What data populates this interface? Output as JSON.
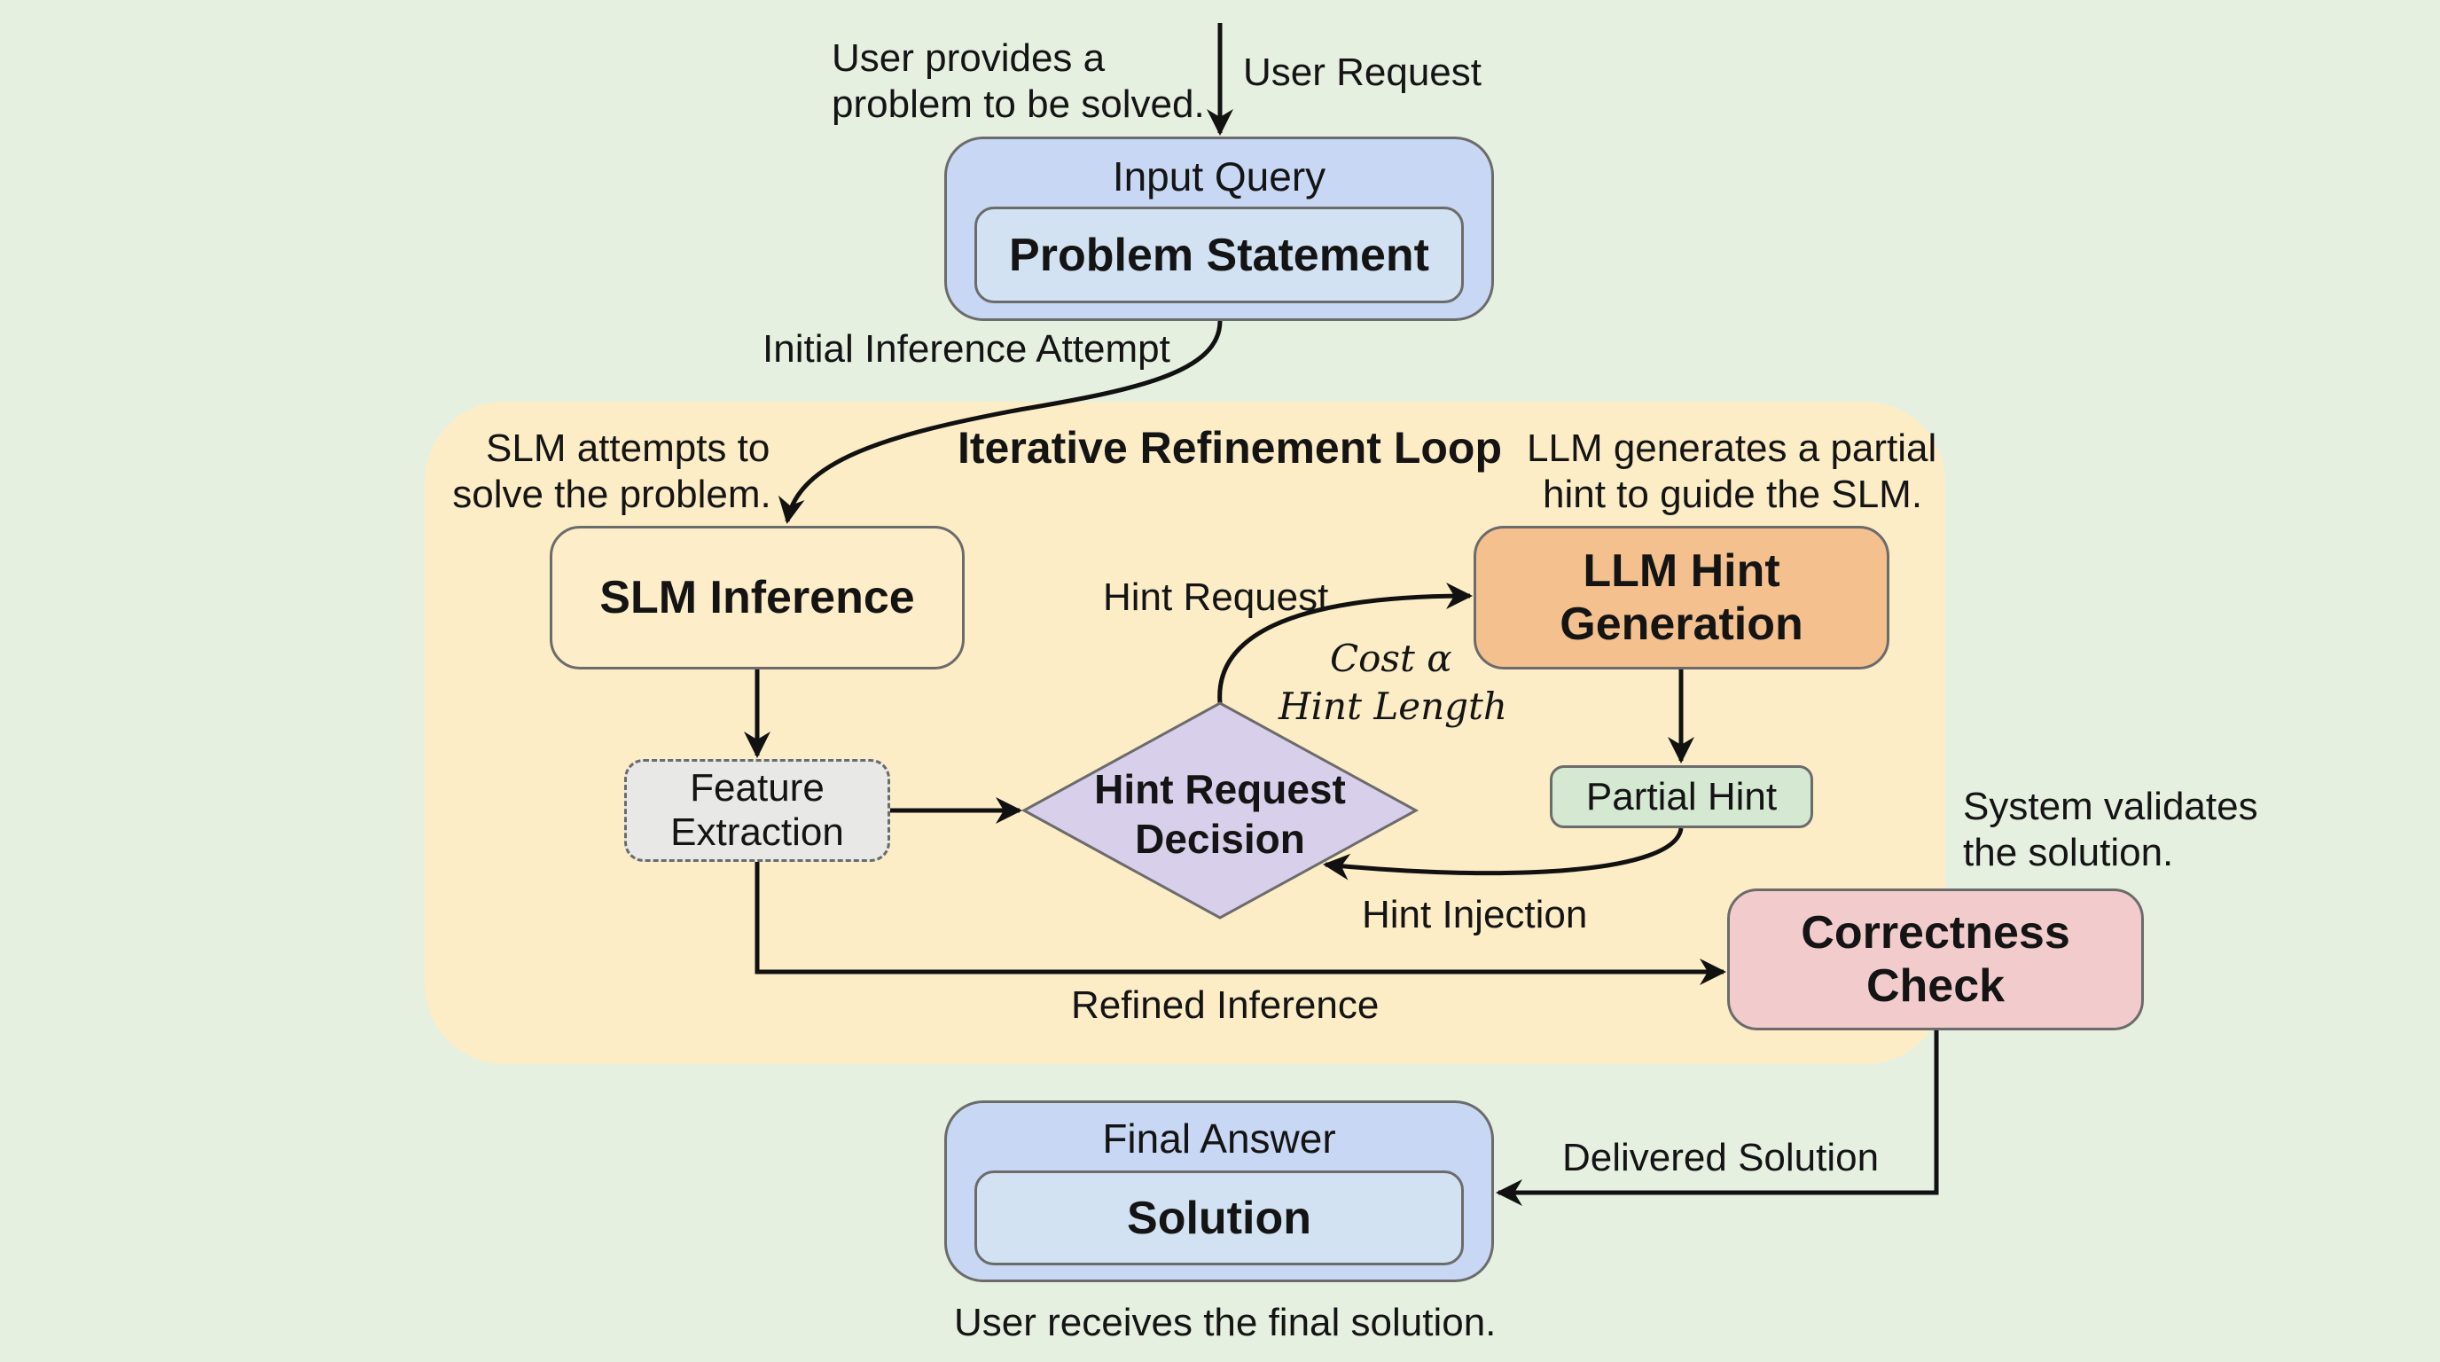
{
  "loop": {
    "title": "Iterative Refinement Loop"
  },
  "nodes": {
    "input_query": {
      "title": "Input Query",
      "inner": "Problem Statement"
    },
    "slm_inference": {
      "label": "SLM Inference"
    },
    "feature_extraction": {
      "line1": "Feature",
      "line2": "Extraction"
    },
    "hint_decision": {
      "line1": "Hint Request",
      "line2": "Decision"
    },
    "llm_hint": {
      "line1": "LLM Hint",
      "line2": "Generation"
    },
    "partial_hint": {
      "label": "Partial Hint"
    },
    "correctness": {
      "line1": "Correctness",
      "line2": "Check"
    },
    "final_answer": {
      "title": "Final Answer",
      "inner": "Solution"
    }
  },
  "edges": {
    "user_request": "User Request",
    "initial_inference": "Initial Inference Attempt",
    "hint_request": "Hint Request",
    "hint_injection": "Hint Injection",
    "refined_inference": "Refined Inference",
    "delivered_solution": "Delivered Solution",
    "cost_line1": "Cost α",
    "cost_line2": "Hint Length"
  },
  "annotations": {
    "user_provides_1": "User provides a",
    "user_provides_2": "problem to be solved.",
    "slm_attempts_1": "SLM attempts to",
    "slm_attempts_2": "solve the problem.",
    "llm_generates_1": "LLM generates a partial",
    "llm_generates_2": "hint to guide the SLM.",
    "system_validates_1": "System validates",
    "system_validates_2": "the solution.",
    "user_receives": "User receives the final solution."
  },
  "colors": {
    "background": "#e6f0e0",
    "loop": "#fdecc4",
    "input_output": "#c8d8f4",
    "llm": "#f4c08e",
    "decision": "#d8d0ea",
    "partial_hint": "#d4e8d2",
    "correctness": "#f2cccc",
    "feature": "#e8e8e6"
  }
}
